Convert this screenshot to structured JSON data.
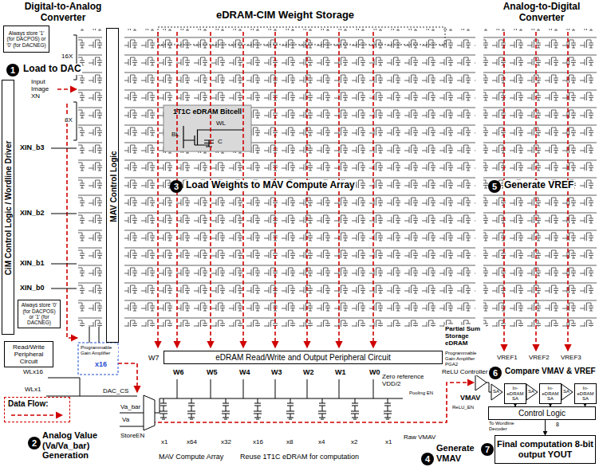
{
  "diagram": {
    "nodes": [
      {
        "text": [
          "Always store '1' (for DACPOS) or '0' (for DACNEG)"
        ]
      },
      {
        "text": [
          "CiM Control Logic / Wordline Driver"
        ]
      },
      {
        "text": [
          "Always store '0' (for DACPOS) or '1' (for DACNEG)"
        ]
      },
      {
        "text": [
          "MAV Control Logic"
        ]
      },
      {
        "text": [
          "1T1C eDRAM Bitcell"
        ]
      },
      {
        "text": [
          "Read/Write Peripheral Circuit"
        ]
      },
      {
        "text": [
          "eDRAM Read/Write and Output Peripheral Circuit"
        ]
      },
      {
        "text": [
          "In-eDRAM SA"
        ]
      },
      {
        "text": [
          "In-eDRAM SA"
        ]
      },
      {
        "text": [
          "In-eDRAM SA"
        ]
      },
      {
        "text": [
          "Control Logic"
        ]
      },
      {
        "text": [
          "Final computation 8-bit output YOUT"
        ]
      }
    ],
    "edges": [
      {
        "from": 7,
        "to": 10,
        "arrow": "to"
      },
      {
        "from": 8,
        "to": 10,
        "arrow": "to"
      },
      {
        "from": 9,
        "to": 10,
        "arrow": "to"
      },
      {
        "from": 10,
        "to": 11,
        "arrow": "to"
      }
    ],
    "labels": [
      "Digital-to-Analog Converter",
      "eDRAM-CIM Weight Storage",
      "Analog-to-Digital Converter",
      "1",
      "Load to DAC",
      "Input Image XN",
      "16X",
      "8X",
      "XIN_b3",
      "XIN_b2",
      "XIN_b1",
      "XIN_b0",
      "BL",
      "WL",
      "C",
      "3",
      "Load Weights to MAV Compute Array",
      "5",
      "Generate VREF",
      "W7",
      "Programmable Gain Amplifier",
      "x16",
      "WLx16",
      "WLx1",
      "DAC_CS",
      "Va_bar",
      "Va",
      "StoreEN",
      "2",
      "Analog Value (Va/Va_bar) Generation",
      "W6",
      "W5",
      "W4",
      "W3",
      "W2",
      "W1",
      "W0",
      "Zero reference VDD/2",
      "Partial Sum Storage eDRAM",
      "Programmable Gain Amplifier PGA2",
      "ReLU Controller",
      "Pooling EN",
      "ReLU_EN",
      "VMAV",
      "VREF1",
      "VREF2",
      "VREF3",
      "6",
      "Compare VMAV & VREF",
      "SA",
      "SA",
      "SA",
      "To Wordline Decoder",
      "8",
      "7",
      "Raw VMAV",
      "4",
      "Generate VMAV",
      "x1",
      "x64",
      "x32",
      "x16",
      "x8",
      "x4",
      "x2",
      "x1",
      "MAV Compute Array",
      "Reuse 1T1C eDRAM for computation"
    ],
    "legend": [
      {
        "text": "Data Flow:"
      }
    ]
  }
}
